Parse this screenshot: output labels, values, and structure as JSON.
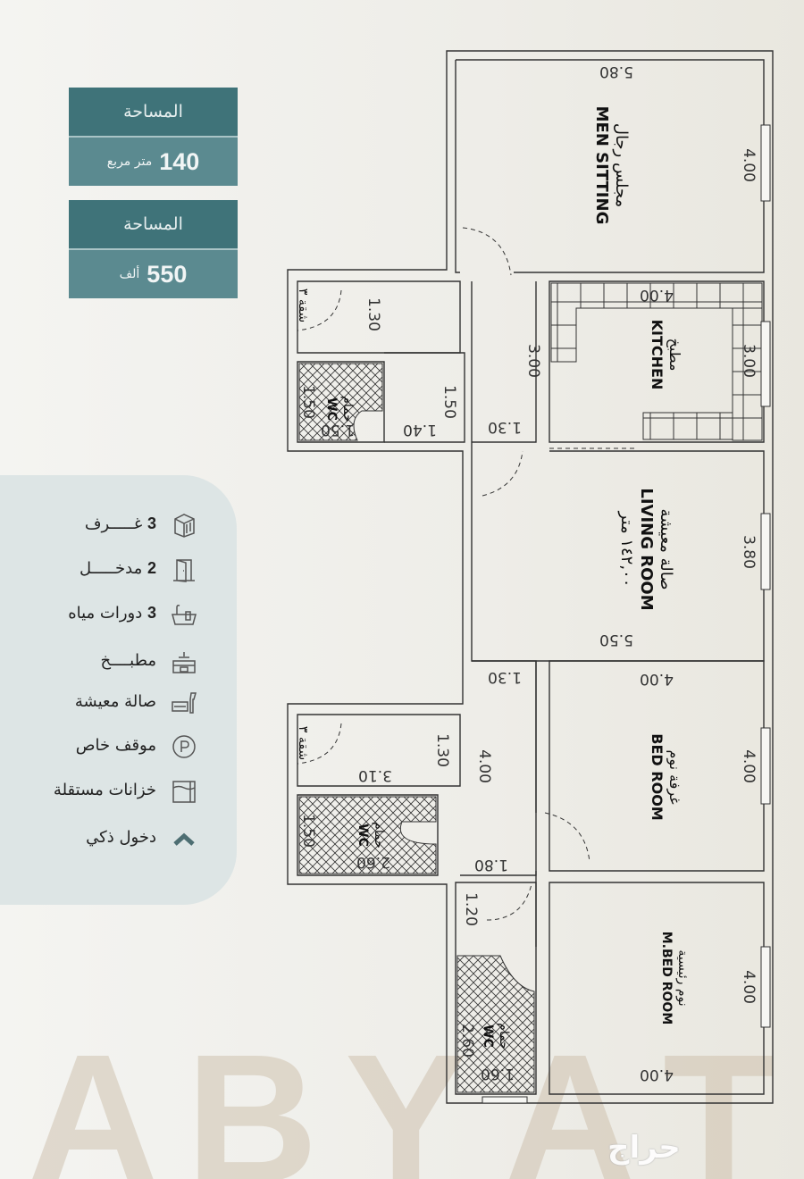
{
  "cards": [
    {
      "title": "المساحة",
      "value": "140",
      "unit": "متر مربع"
    },
    {
      "title": "المساحة",
      "value": "550",
      "unit": "ألف"
    }
  ],
  "features": [
    {
      "count": "3",
      "label": "غـــــرف",
      "icon": "room-icon"
    },
    {
      "count": "2",
      "label": "مدخـــــل",
      "icon": "door-icon"
    },
    {
      "count": "3",
      "label": "دورات مياه",
      "icon": "bathtub-icon"
    },
    {
      "count": "",
      "label": "مطبــــخ",
      "icon": "kitchen-icon"
    },
    {
      "count": "",
      "label": "صالة معيشة",
      "icon": "sofa-icon"
    },
    {
      "count": "",
      "label": "موقف خاص",
      "icon": "parking-icon"
    },
    {
      "count": "",
      "label": "خزانات مستقلة",
      "icon": "water-tank-icon"
    },
    {
      "count": "",
      "label": "دخول ذكي",
      "icon": "chevron-up-icon"
    }
  ],
  "plan": {
    "rooms": {
      "men_sitting": {
        "ar": "مجلس رجال",
        "en": "MEN SITTING"
      },
      "kitchen": {
        "ar": "مطبخ",
        "en": "KITCHEN"
      },
      "living": {
        "ar": "صالة معيشة",
        "en": "LIVING ROOM",
        "area": "١٤٢,٠٠ متر"
      },
      "bedroom": {
        "ar": "غرفة نوم",
        "en": "BED ROOM"
      },
      "master": {
        "ar": "نوم رئيسية",
        "en": "M.BED ROOM"
      },
      "wc": {
        "ar": "حمام",
        "en": "WC"
      },
      "stairs": "شقة ٣"
    },
    "dims": [
      "5.80",
      "4.00",
      "1.30",
      "3.00",
      "4.00",
      "3.00",
      "1.50",
      "1.50",
      "1.50",
      "1.40",
      "1.30",
      "3.80",
      "5.50",
      "1.30",
      "4.00",
      "1.30",
      "3.10",
      "4.00",
      "4.00",
      "1.50",
      "2.60",
      "1.80",
      "1.20",
      "2.60",
      "1.60",
      "4.00",
      "4.00"
    ]
  },
  "watermark": "ABYAT",
  "logo": "حراج",
  "colors": {
    "card_header": "#3f7379",
    "card_body": "#5b8a90",
    "panel": "#dde5e5",
    "watermark": "#c9b9a3"
  }
}
